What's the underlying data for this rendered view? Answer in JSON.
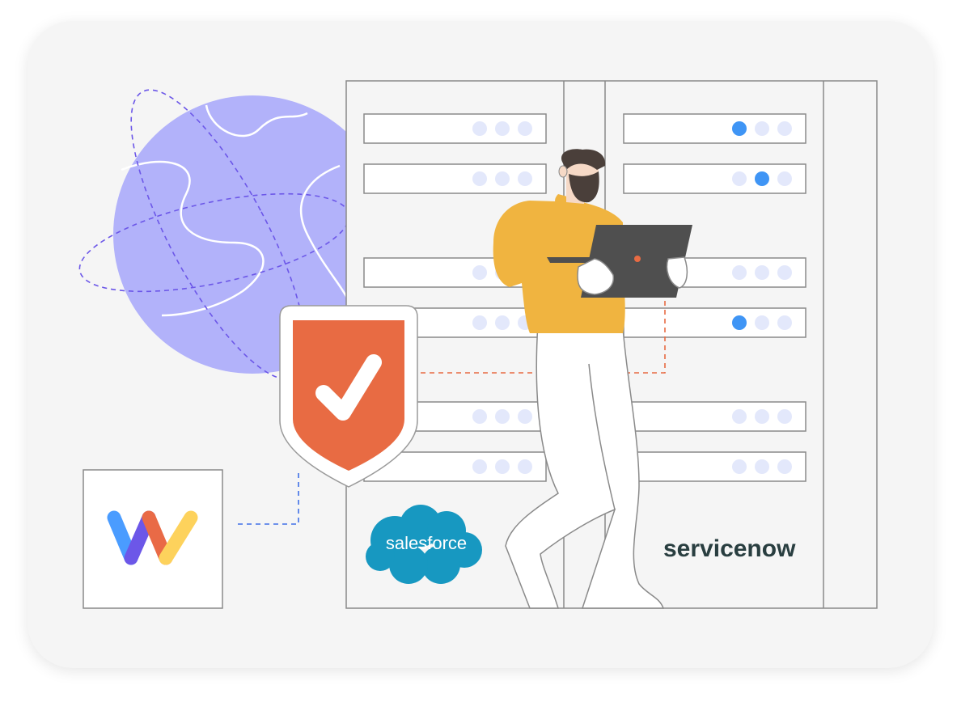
{
  "brands": {
    "salesforce": {
      "label": "salesforce",
      "color": "#1798c1"
    },
    "servicenow": {
      "label_part1": "servicen",
      "label_part2": "w",
      "color": "#293e40",
      "accent": "#62d84e"
    },
    "workato": {
      "colors": [
        "#4a9cff",
        "#6c57e8",
        "#e96a46",
        "#fdd25c"
      ]
    }
  },
  "colors": {
    "globe": "#b2b2fa",
    "shield": "#e86b43",
    "shirt": "#f0b440",
    "tablet": "#4f4f4f",
    "hair": "#4a3f3a",
    "skin": "#f6d9c6",
    "led_active": "#3f95f5",
    "led_idle": "#e3e8fb",
    "outline": "#7b7b7b"
  },
  "server": {
    "left_column_leds": [
      [
        0,
        0,
        0
      ],
      [
        0,
        0,
        0
      ],
      [
        0,
        0,
        0
      ],
      [
        0,
        0,
        0
      ],
      [
        0,
        0,
        0
      ],
      [
        0,
        0,
        0
      ]
    ],
    "right_column_leds": [
      [
        1,
        0,
        0
      ],
      [
        0,
        1,
        0
      ],
      [
        0,
        0,
        0
      ],
      [
        1,
        0,
        0
      ],
      [
        0,
        0,
        0
      ],
      [
        0,
        0,
        0
      ]
    ]
  }
}
